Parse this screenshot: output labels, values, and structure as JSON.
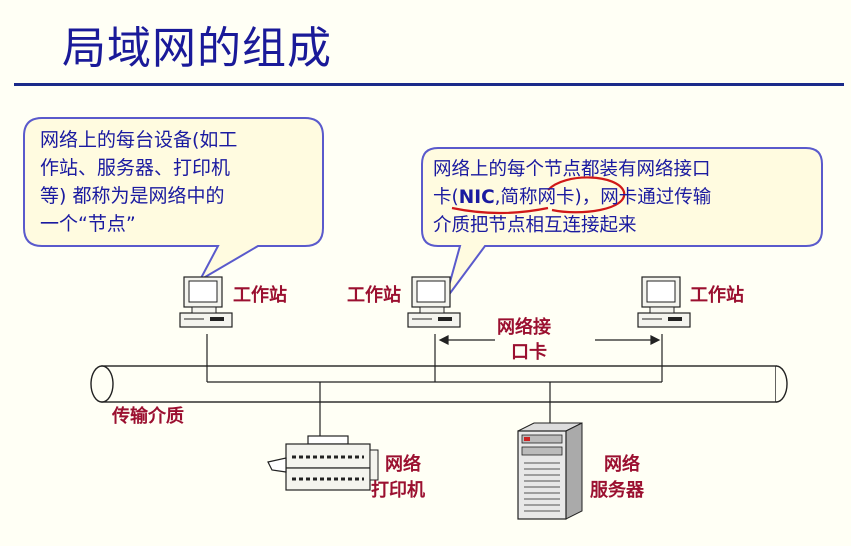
{
  "title": "局域网的组成",
  "callouts": {
    "node_lines": [
      "网络上的每台设备(如工",
      "作站、服务器、打印机",
      "等) 都称为是网络中的",
      "一个“节点”"
    ],
    "nic_line1": "网络上的每个节点都装有网络接口",
    "nic_line2_a": "卡(",
    "nic_line2_nic": "NIC",
    "nic_line2_b": ",简称网卡)，网卡通过传输",
    "nic_line3": "介质把节点相互连接起来"
  },
  "labels": {
    "workstation_left": "工作站",
    "workstation_center": "工作站",
    "workstation_right": "工作站",
    "nic_label_1": "网络接",
    "nic_label_2": "口卡",
    "medium": "传输介质",
    "printer_1": "网络",
    "printer_2": "打印机",
    "server_1": "网络",
    "server_2": "服务器"
  },
  "colors": {
    "title": "#1a1a99",
    "callout_text": "#1a1aa0",
    "label": "#9b1030",
    "rule": "#1a2a8a",
    "bubble_fill": "#fffbe0",
    "bubble_border": "#5a5acc",
    "annotation": "#d01818"
  },
  "icons": [
    "workstation-icon",
    "printer-icon",
    "server-icon"
  ]
}
